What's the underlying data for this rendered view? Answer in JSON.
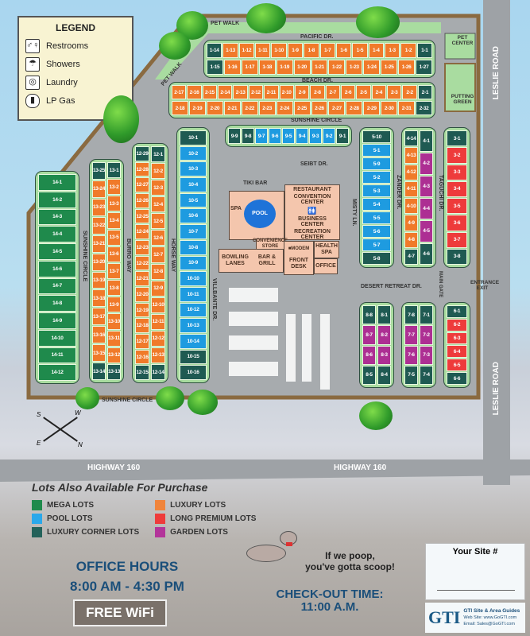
{
  "legend": {
    "title": "LEGEND",
    "items": [
      {
        "label": "Restrooms",
        "icon": "restroom-icon"
      },
      {
        "label": "Showers",
        "icon": "shower-icon"
      },
      {
        "label": "Laundry",
        "icon": "laundry-icon"
      },
      {
        "label": "LP Gas",
        "icon": "gas-tank-icon"
      }
    ]
  },
  "colors": {
    "mega": "#1f8a4c",
    "pool": "#1e9be0",
    "corner": "#1f5a52",
    "luxury": "#f07a2a",
    "premium": "#ee3b3b",
    "garden": "#ad2f93",
    "grass": "#a9dca0",
    "road": "#9ea2a6",
    "building": "#f4c6ad"
  },
  "streets": {
    "pet_walk": "PET WALK",
    "pet_walk_2": "PET WALK",
    "pacific": "PACIFIC DR.",
    "beach": "BEACH DR.",
    "sunshine_top": "SUNSHINE CIRCLE",
    "seibt": "SEIBT DR.",
    "sunshine_left": "SUNSHINE CIRCLE",
    "burro": "BURRO WAY",
    "horse": "HORSE WAY",
    "villbante": "VILLBANTE DR.",
    "misty": "MISTY LN.",
    "zander": "ZANDER DR.",
    "taguchi": "TAGUCHI DR.",
    "desert": "DESERT RETREAT DR.",
    "main_gate": "MAIN GATE",
    "entrance": "ENTRANCE EXIT",
    "sunshine_bottom": "SUNSHINE CIRCLE",
    "leslie_top": "LESLIE ROAD",
    "leslie_bottom": "LESLIE ROAD",
    "hwy_left": "HIGHWAY 160",
    "hwy_right": "HIGHWAY 160"
  },
  "amenities": {
    "pet_center": "PET CENTER",
    "putting_green": "PUTTING GREEN",
    "tiki_bar": "TIKI BAR",
    "pool": "POOL",
    "spa": "SPA",
    "restaurant": "RESTAURANT",
    "convention": "CONVENTION CENTER",
    "business": "BUSINESS CENTER",
    "recreation": "RECREATION CENTER",
    "convenience": "CONVENIENCE STORE",
    "modem": "■MODEM",
    "health_spa": "HEALTH SPA",
    "bowling": "BOWLING LANES",
    "bar_grill": "BAR & GRILL",
    "front_desk": "FRONT DESK",
    "office": "OFFICE"
  },
  "compass": {
    "s": "S",
    "w": "W",
    "e": "E",
    "n": "N"
  },
  "blocks": [
    {
      "id": "b1",
      "dir": "h",
      "cols": [
        [
          [
            "1-14",
            "corner"
          ],
          [
            "1-13",
            "luxury"
          ],
          [
            "1-12",
            "luxury"
          ],
          [
            "1-11",
            "luxury"
          ],
          [
            "1-10",
            "luxury"
          ],
          [
            "1-9",
            "luxury"
          ],
          [
            "1-8",
            "luxury"
          ],
          [
            "1-7",
            "luxury"
          ],
          [
            "1-6",
            "luxury"
          ],
          [
            "1-5",
            "luxury"
          ],
          [
            "1-4",
            "luxury"
          ],
          [
            "1-3",
            "luxury"
          ],
          [
            "1-2",
            "luxury"
          ],
          [
            "1-1",
            "corner"
          ]
        ],
        [
          [
            "1-15",
            "corner"
          ],
          [
            "1-16",
            "luxury"
          ],
          [
            "1-17",
            "luxury"
          ],
          [
            "1-18",
            "luxury"
          ],
          [
            "1-19",
            "luxury"
          ],
          [
            "1-20",
            "luxury"
          ],
          [
            "1-21",
            "luxury"
          ],
          [
            "1-22",
            "luxury"
          ],
          [
            "1-23",
            "luxury"
          ],
          [
            "1-24",
            "luxury"
          ],
          [
            "1-25",
            "luxury"
          ],
          [
            "1-26",
            "luxury"
          ],
          [
            "1-27",
            "corner"
          ]
        ]
      ]
    },
    {
      "id": "b2",
      "dir": "h",
      "cols": [
        [
          [
            "2-17",
            "luxury"
          ],
          [
            "2-16",
            "luxury"
          ],
          [
            "2-15",
            "luxury"
          ],
          [
            "2-14",
            "luxury"
          ],
          [
            "2-13",
            "luxury"
          ],
          [
            "2-12",
            "luxury"
          ],
          [
            "2-11",
            "luxury"
          ],
          [
            "2-10",
            "luxury"
          ],
          [
            "2-9",
            "luxury"
          ],
          [
            "2-8",
            "luxury"
          ],
          [
            "2-7",
            "luxury"
          ],
          [
            "2-6",
            "luxury"
          ],
          [
            "2-5",
            "luxury"
          ],
          [
            "2-4",
            "luxury"
          ],
          [
            "2-3",
            "luxury"
          ],
          [
            "2-2",
            "luxury"
          ],
          [
            "2-1",
            "corner"
          ]
        ],
        [
          [
            "2-18",
            "luxury"
          ],
          [
            "2-19",
            "luxury"
          ],
          [
            "2-20",
            "luxury"
          ],
          [
            "2-21",
            "luxury"
          ],
          [
            "2-22",
            "luxury"
          ],
          [
            "2-23",
            "luxury"
          ],
          [
            "2-24",
            "luxury"
          ],
          [
            "2-25",
            "luxury"
          ],
          [
            "2-26",
            "luxury"
          ],
          [
            "2-27",
            "luxury"
          ],
          [
            "2-28",
            "luxury"
          ],
          [
            "2-29",
            "luxury"
          ],
          [
            "2-30",
            "luxury"
          ],
          [
            "2-31",
            "luxury"
          ],
          [
            "2-32",
            "corner"
          ]
        ]
      ]
    },
    {
      "id": "b9",
      "dir": "h",
      "cols": [
        [
          [
            "9-9",
            "corner"
          ],
          [
            "9-8",
            "corner"
          ],
          [
            "9-7",
            "pool"
          ],
          [
            "9-6",
            "pool"
          ],
          [
            "9-5",
            "pool"
          ],
          [
            "9-4",
            "pool"
          ],
          [
            "9-3",
            "pool"
          ],
          [
            "9-2",
            "pool"
          ],
          [
            "9-1",
            "corner"
          ]
        ]
      ]
    },
    {
      "id": "b14",
      "dir": "v",
      "cols": [
        [
          [
            "14-1",
            "mega"
          ],
          [
            "14-2",
            "mega"
          ],
          [
            "14-3",
            "mega"
          ],
          [
            "14-4",
            "mega"
          ],
          [
            "14-5",
            "mega"
          ],
          [
            "14-6",
            "mega"
          ],
          [
            "14-7",
            "mega"
          ],
          [
            "14-8",
            "mega"
          ],
          [
            "14-9",
            "mega"
          ],
          [
            "14-10",
            "mega"
          ],
          [
            "14-11",
            "mega"
          ],
          [
            "14-12",
            "mega"
          ]
        ]
      ]
    },
    {
      "id": "b13",
      "dir": "v",
      "cols": [
        [
          [
            "13-25",
            "corner"
          ],
          [
            "13-24",
            "luxury"
          ],
          [
            "13-23",
            "luxury"
          ],
          [
            "13-22",
            "luxury"
          ],
          [
            "13-21",
            "luxury"
          ],
          [
            "13-20",
            "luxury"
          ],
          [
            "13-19",
            "luxury"
          ],
          [
            "13-18",
            "luxury"
          ],
          [
            "13-17",
            "luxury"
          ],
          [
            "13-16",
            "luxury"
          ],
          [
            "13-15",
            "luxury"
          ],
          [
            "13-14",
            "corner"
          ]
        ],
        [
          [
            "13-1",
            "corner"
          ],
          [
            "13-2",
            "luxury"
          ],
          [
            "13-3",
            "luxury"
          ],
          [
            "13-4",
            "luxury"
          ],
          [
            "13-5",
            "luxury"
          ],
          [
            "13-6",
            "luxury"
          ],
          [
            "13-7",
            "luxury"
          ],
          [
            "13-8",
            "luxury"
          ],
          [
            "13-9",
            "luxury"
          ],
          [
            "13-10",
            "luxury"
          ],
          [
            "13-11",
            "luxury"
          ],
          [
            "13-12",
            "luxury"
          ],
          [
            "13-13",
            "corner"
          ]
        ]
      ]
    },
    {
      "id": "b12",
      "dir": "v",
      "cols": [
        [
          [
            "12-29",
            "corner"
          ],
          [
            "12-28",
            "luxury"
          ],
          [
            "12-27",
            "luxury"
          ],
          [
            "12-26",
            "luxury"
          ],
          [
            "12-25",
            "luxury"
          ],
          [
            "12-24",
            "luxury"
          ],
          [
            "12-23",
            "luxury"
          ],
          [
            "12-22",
            "luxury"
          ],
          [
            "12-21",
            "luxury"
          ],
          [
            "12-20",
            "luxury"
          ],
          [
            "12-19",
            "luxury"
          ],
          [
            "12-18",
            "luxury"
          ],
          [
            "12-17",
            "luxury"
          ],
          [
            "12-16",
            "luxury"
          ],
          [
            "12-15",
            "corner"
          ]
        ],
        [
          [
            "12-1",
            "corner"
          ],
          [
            "12-2",
            "luxury"
          ],
          [
            "12-3",
            "luxury"
          ],
          [
            "12-4",
            "luxury"
          ],
          [
            "12-5",
            "luxury"
          ],
          [
            "12-6",
            "luxury"
          ],
          [
            "12-7",
            "luxury"
          ],
          [
            "12-8",
            "luxury"
          ],
          [
            "12-9",
            "luxury"
          ],
          [
            "12-10",
            "luxury"
          ],
          [
            "12-11",
            "luxury"
          ],
          [
            "12-12",
            "luxury"
          ],
          [
            "12-13",
            "luxury"
          ],
          [
            "12-14",
            "corner"
          ]
        ]
      ]
    },
    {
      "id": "b10",
      "dir": "v",
      "cols": [
        [
          [
            "10-1",
            "corner"
          ],
          [
            "10-2",
            "pool"
          ],
          [
            "10-3",
            "pool"
          ],
          [
            "10-4",
            "pool"
          ],
          [
            "10-5",
            "pool"
          ],
          [
            "10-6",
            "pool"
          ],
          [
            "10-7",
            "pool"
          ],
          [
            "10-8",
            "pool"
          ],
          [
            "10-9",
            "pool"
          ],
          [
            "10-10",
            "pool"
          ],
          [
            "10-11",
            "pool"
          ],
          [
            "10-12",
            "pool"
          ],
          [
            "10-13",
            "pool"
          ],
          [
            "10-14",
            "pool"
          ],
          [
            "10-15",
            "corner"
          ],
          [
            "10-16",
            "corner"
          ]
        ]
      ]
    },
    {
      "id": "b5",
      "dir": "v",
      "cols": [
        [
          [
            "5-10",
            "corner"
          ],
          [
            "5-1",
            "pool"
          ],
          [
            "5-9",
            "pool"
          ],
          [
            "5-2",
            "pool"
          ],
          [
            "5-3",
            "pool"
          ],
          [
            "5-4",
            "pool"
          ],
          [
            "5-5",
            "pool"
          ],
          [
            "5-6",
            "pool"
          ],
          [
            "5-7",
            "pool"
          ],
          [
            "5-8",
            "corner"
          ]
        ]
      ]
    },
    {
      "id": "b4",
      "dir": "v",
      "cols": [
        [
          [
            "4-14",
            "corner"
          ],
          [
            "4-13",
            "luxury"
          ],
          [
            "4-12",
            "luxury"
          ],
          [
            "4-11",
            "luxury"
          ],
          [
            "4-10",
            "luxury"
          ],
          [
            "4-9",
            "luxury"
          ],
          [
            "4-8",
            "luxury"
          ],
          [
            "4-7",
            "corner"
          ]
        ],
        [
          [
            "4-1",
            "corner"
          ],
          [
            "4-2",
            "garden"
          ],
          [
            "4-3",
            "garden"
          ],
          [
            "4-4",
            "garden"
          ],
          [
            "4-5",
            "garden"
          ],
          [
            "4-6",
            "corner"
          ]
        ]
      ]
    },
    {
      "id": "b3",
      "dir": "v",
      "cols": [
        [
          [
            "3-1",
            "corner"
          ],
          [
            "3-2",
            "premium"
          ],
          [
            "3-3",
            "premium"
          ],
          [
            "3-4",
            "premium"
          ],
          [
            "3-5",
            "premium"
          ],
          [
            "3-6",
            "premium"
          ],
          [
            "3-7",
            "premium"
          ],
          [
            "3-8",
            "corner"
          ]
        ]
      ]
    },
    {
      "id": "b8",
      "dir": "v",
      "cols": [
        [
          [
            "8-8",
            "corner"
          ],
          [
            "8-7",
            "garden"
          ],
          [
            "8-6",
            "garden"
          ],
          [
            "8-5",
            "corner"
          ]
        ],
        [
          [
            "8-1",
            "corner"
          ],
          [
            "8-2",
            "garden"
          ],
          [
            "8-3",
            "garden"
          ],
          [
            "8-4",
            "corner"
          ]
        ]
      ]
    },
    {
      "id": "b7",
      "dir": "v",
      "cols": [
        [
          [
            "7-8",
            "corner"
          ],
          [
            "7-7",
            "garden"
          ],
          [
            "7-6",
            "garden"
          ],
          [
            "7-5",
            "corner"
          ]
        ],
        [
          [
            "7-1",
            "corner"
          ],
          [
            "7-2",
            "garden"
          ],
          [
            "7-3",
            "garden"
          ],
          [
            "7-4",
            "corner"
          ]
        ]
      ]
    },
    {
      "id": "b6",
      "dir": "v",
      "cols": [
        [
          [
            "6-1",
            "corner"
          ],
          [
            "6-2",
            "premium"
          ],
          [
            "6-3",
            "premium"
          ],
          [
            "6-4",
            "premium"
          ],
          [
            "6-5",
            "premium"
          ],
          [
            "6-6",
            "corner"
          ]
        ]
      ]
    }
  ],
  "purchase": {
    "title": "Lots Also Available For Purchase",
    "types": [
      {
        "label": "MEGA LOTS",
        "color": "#1f8a4c"
      },
      {
        "label": "POOL LOTS",
        "color": "#2aa8ea"
      },
      {
        "label": "LUXURY CORNER LOTS",
        "color": "#23625a"
      },
      {
        "label": "LUXURY LOTS",
        "color": "#f0843a"
      },
      {
        "label": "LONG PREMIUM LOTS",
        "color": "#ee3b3b"
      },
      {
        "label": "GARDEN LOTS",
        "color": "#b3349a"
      }
    ]
  },
  "office": {
    "title": "OFFICE HOURS",
    "hours": "8:00 AM - 4:30 PM",
    "wifi": "FREE WiFi"
  },
  "dog": {
    "line1": "If we poop,",
    "line2": "you've gotta scoop!"
  },
  "checkout": {
    "title": "CHECK-OUT TIME:",
    "time": "11:00 A.M."
  },
  "site": {
    "label": "Your Site #"
  },
  "gti": {
    "logo": "GTI",
    "name": "GTI Site & Area Guides",
    "web": "Web Site: www.GoGTI.com",
    "email": "Email: Sales@GoGTI.com"
  }
}
